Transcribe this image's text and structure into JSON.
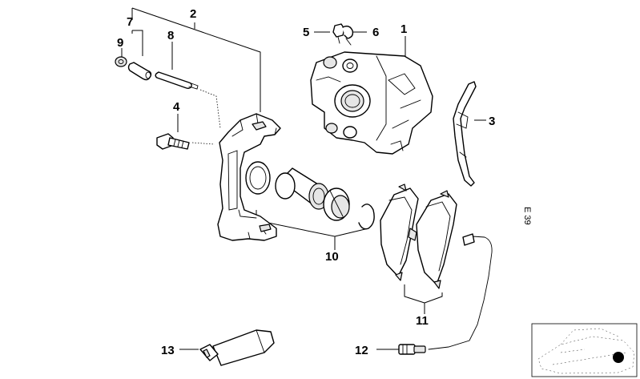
{
  "callouts": {
    "c1": "1",
    "c2": "2",
    "c3": "3",
    "c4": "4",
    "c5": "5",
    "c6": "6",
    "c7": "7",
    "c8": "8",
    "c9": "9",
    "c10": "10",
    "c11": "11",
    "c12": "12",
    "c13": "13"
  },
  "model_code": "E 39",
  "colors": {
    "line": "#000000",
    "background": "#ffffff",
    "shade": "#e6e6e6"
  }
}
